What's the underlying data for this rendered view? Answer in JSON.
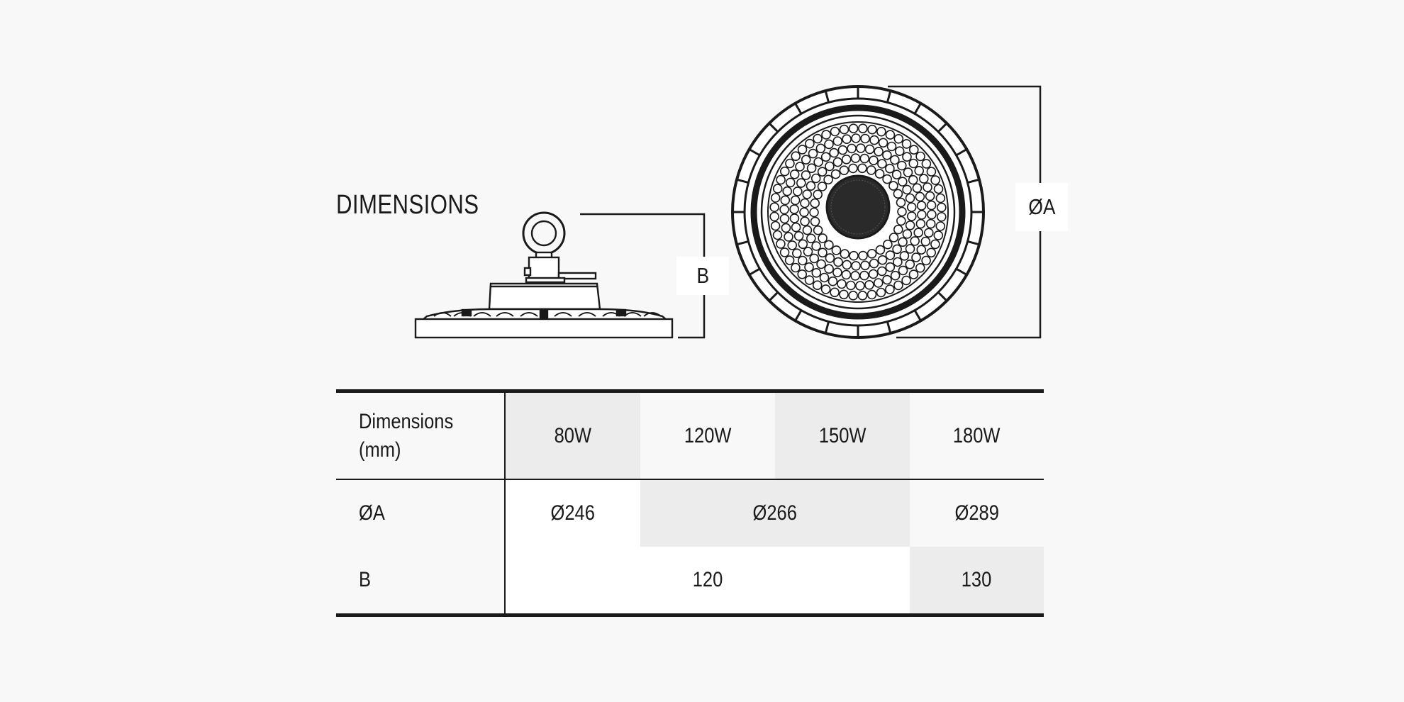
{
  "title": "DIMENSIONS",
  "labels": {
    "b": "B",
    "a": "ØA"
  },
  "table": {
    "header_label": "Dimensions\n(mm)",
    "columns": [
      "80W",
      "120W",
      "150W",
      "180W"
    ],
    "rows": [
      {
        "label": "ØA",
        "cells": [
          {
            "value": "Ø246",
            "span": 1
          },
          {
            "value": "Ø266",
            "span": 2
          },
          {
            "value": "Ø289",
            "span": 1
          }
        ]
      },
      {
        "label": "B",
        "cells": [
          {
            "value": "120",
            "span": 3
          },
          {
            "value": "130",
            "span": 1
          }
        ]
      }
    ]
  },
  "colors": {
    "shade": "#ececec",
    "line": "#1a1a1a",
    "background": "#f8f8f8"
  }
}
